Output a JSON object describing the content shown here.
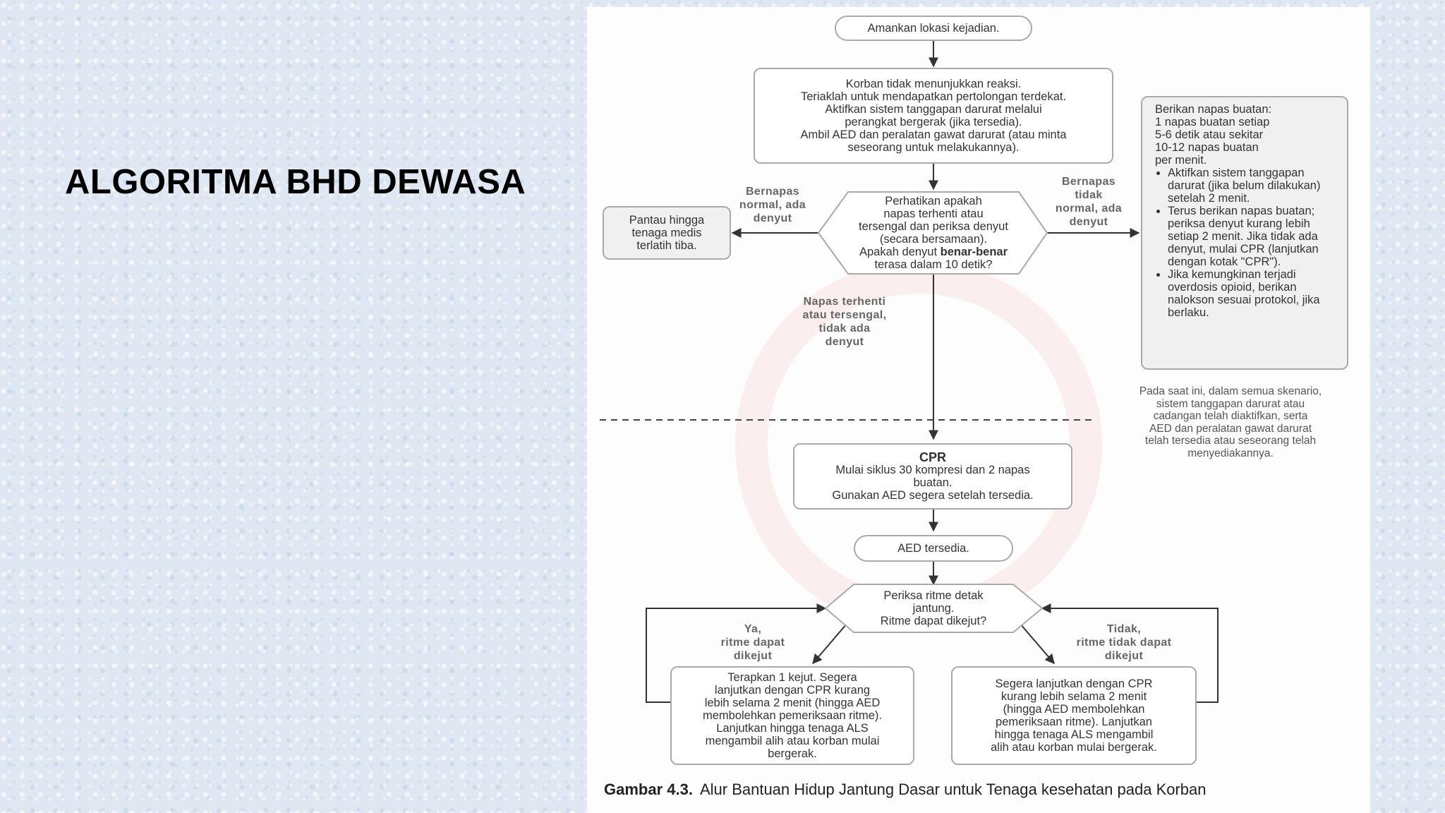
{
  "slide": {
    "title": "ALGORITMA BHD DEWASA"
  },
  "flow": {
    "secure": "Amankan lokasi kejadian.",
    "unresponsive": [
      "Korban tidak menunjukkan reaksi.",
      "Teriaklah untuk mendapatkan pertolongan terdekat.",
      "Aktifkan sistem tanggapan darurat melalui",
      "perangkat bergerak (jika tersedia).",
      "Ambil AED dan peralatan gawat darurat (atau minta",
      "seseorang untuk melakukannya)."
    ],
    "check": {
      "lines": [
        "Perhatikan apakah",
        "napas terhenti atau",
        "tersengal dan periksa denyut",
        "(secara bersamaan)."
      ],
      "question_prefix": "Apakah denyut ",
      "question_bold": "benar-benar",
      "question_suffix": "terasa dalam 10 detik?"
    },
    "normal_label": [
      "Bernapas",
      "normal, ada",
      "denyut"
    ],
    "monitor": [
      "Pantau hingga",
      "tenaga medis",
      "terlatih tiba."
    ],
    "abnormal_label": [
      "Bernapas",
      "tidak",
      "normal, ada",
      "denyut"
    ],
    "rescue": {
      "intro": [
        "Berikan napas buatan:",
        "1 napas buatan setiap",
        "5-6 detik atau sekitar",
        "10-12 napas buatan",
        "per menit."
      ],
      "bullets": [
        "Aktifkan sistem tanggapan darurat (jika belum dilakukan) setelah 2 menit.",
        "Terus berikan napas buatan; periksa denyut kurang lebih setiap 2 menit. Jika tidak ada denyut, mulai CPR (lanjutkan dengan kotak \"CPR\").",
        "Jika kemungkinan terjadi overdosis opioid, berikan nalokson sesuai protokol, jika berlaku."
      ]
    },
    "no_breath_label": [
      "Napas terhenti",
      "atau tersengal,",
      "tidak ada",
      "denyut"
    ],
    "note": [
      "Pada saat ini, dalam semua skenario,",
      "sistem tanggapan darurat atau",
      "cadangan telah diaktifkan, serta",
      "AED dan peralatan gawat darurat",
      "telah tersedia atau seseorang telah",
      "menyediakannya."
    ],
    "cpr": {
      "title": "CPR",
      "lines": [
        "Mulai siklus 30 kompresi dan 2 napas",
        "buatan.",
        "Gunakan AED segera setelah tersedia."
      ]
    },
    "aed": "AED tersedia.",
    "rhythm": [
      "Periksa ritme detak",
      "jantung.",
      "Ritme dapat dikejut?"
    ],
    "yes_label": [
      "Ya,",
      "ritme dapat",
      "dikejut"
    ],
    "no_label": [
      "Tidak,",
      "ritme tidak dapat",
      "dikejut"
    ],
    "shock": [
      "Terapkan 1 kejut. Segera",
      "lanjutkan dengan CPR kurang",
      "lebih selama 2 menit (hingga AED",
      "membolehkan pemeriksaan ritme).",
      "Lanjutkan hingga tenaga ALS",
      "mengambil alih atau korban mulai",
      "bergerak."
    ],
    "noshock": [
      "Segera lanjutkan dengan CPR",
      "kurang lebih selama 2 menit",
      "(hingga AED membolehkan",
      "pemeriksaan ritme). Lanjutkan",
      "hingga tenaga ALS mengambil",
      "alih atau korban mulai bergerak."
    ]
  },
  "caption": {
    "label": "Gambar 4.3.",
    "text": "Alur Bantuan Hidup Jantung Dasar untuk Tenaga kesehatan pada Korban"
  },
  "colors": {
    "box_border": "#aaaaaa",
    "box_gray": "#f0f0f0",
    "line": "#333333",
    "label": "#666666"
  }
}
